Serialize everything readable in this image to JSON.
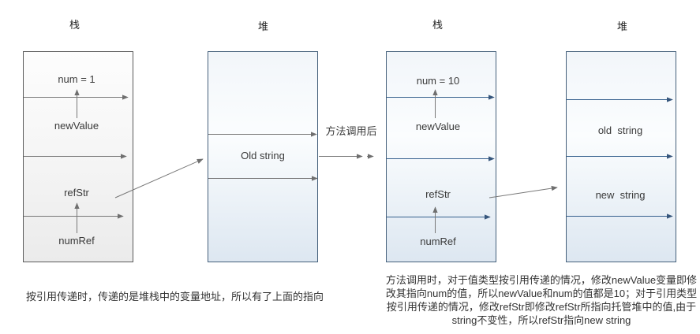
{
  "diagram_title_semantics": "stack-heap pass-by-reference before/after method call",
  "panels": {
    "stack_before": {
      "title": "栈",
      "num": "num = 1",
      "new_value": "newValue",
      "ref_str": "refStr",
      "num_ref": "numRef"
    },
    "heap_before": {
      "title": "堆",
      "old_string": "Old string"
    },
    "stack_after": {
      "title": "栈",
      "num": "num = 10",
      "new_value": "newValue",
      "ref_str": "refStr",
      "num_ref": "numRef"
    },
    "heap_after": {
      "title": "堆",
      "old_string": "old  string",
      "new_string": "new  string"
    }
  },
  "transition_label": "方法调用后",
  "captions": {
    "left": "按引用传递时，传递的是堆栈中的变量地址，所以有了上面的指向",
    "right": "方法调用时，对于值类型按引用传递的情况，修改newValue变量即修改其指向num的值，所以newValue和num的值都是10；对于引用类型按引用传递的情况，修改refStr即修改refStr所指向托管堆中的值,由于string不变性，所以refStr指向new string"
  },
  "colors": {
    "gray_box_border": "#5a5a5a",
    "blue_box_border": "#45607b",
    "gray_arrow": "#787878",
    "blue_arrow": "#35608d"
  }
}
